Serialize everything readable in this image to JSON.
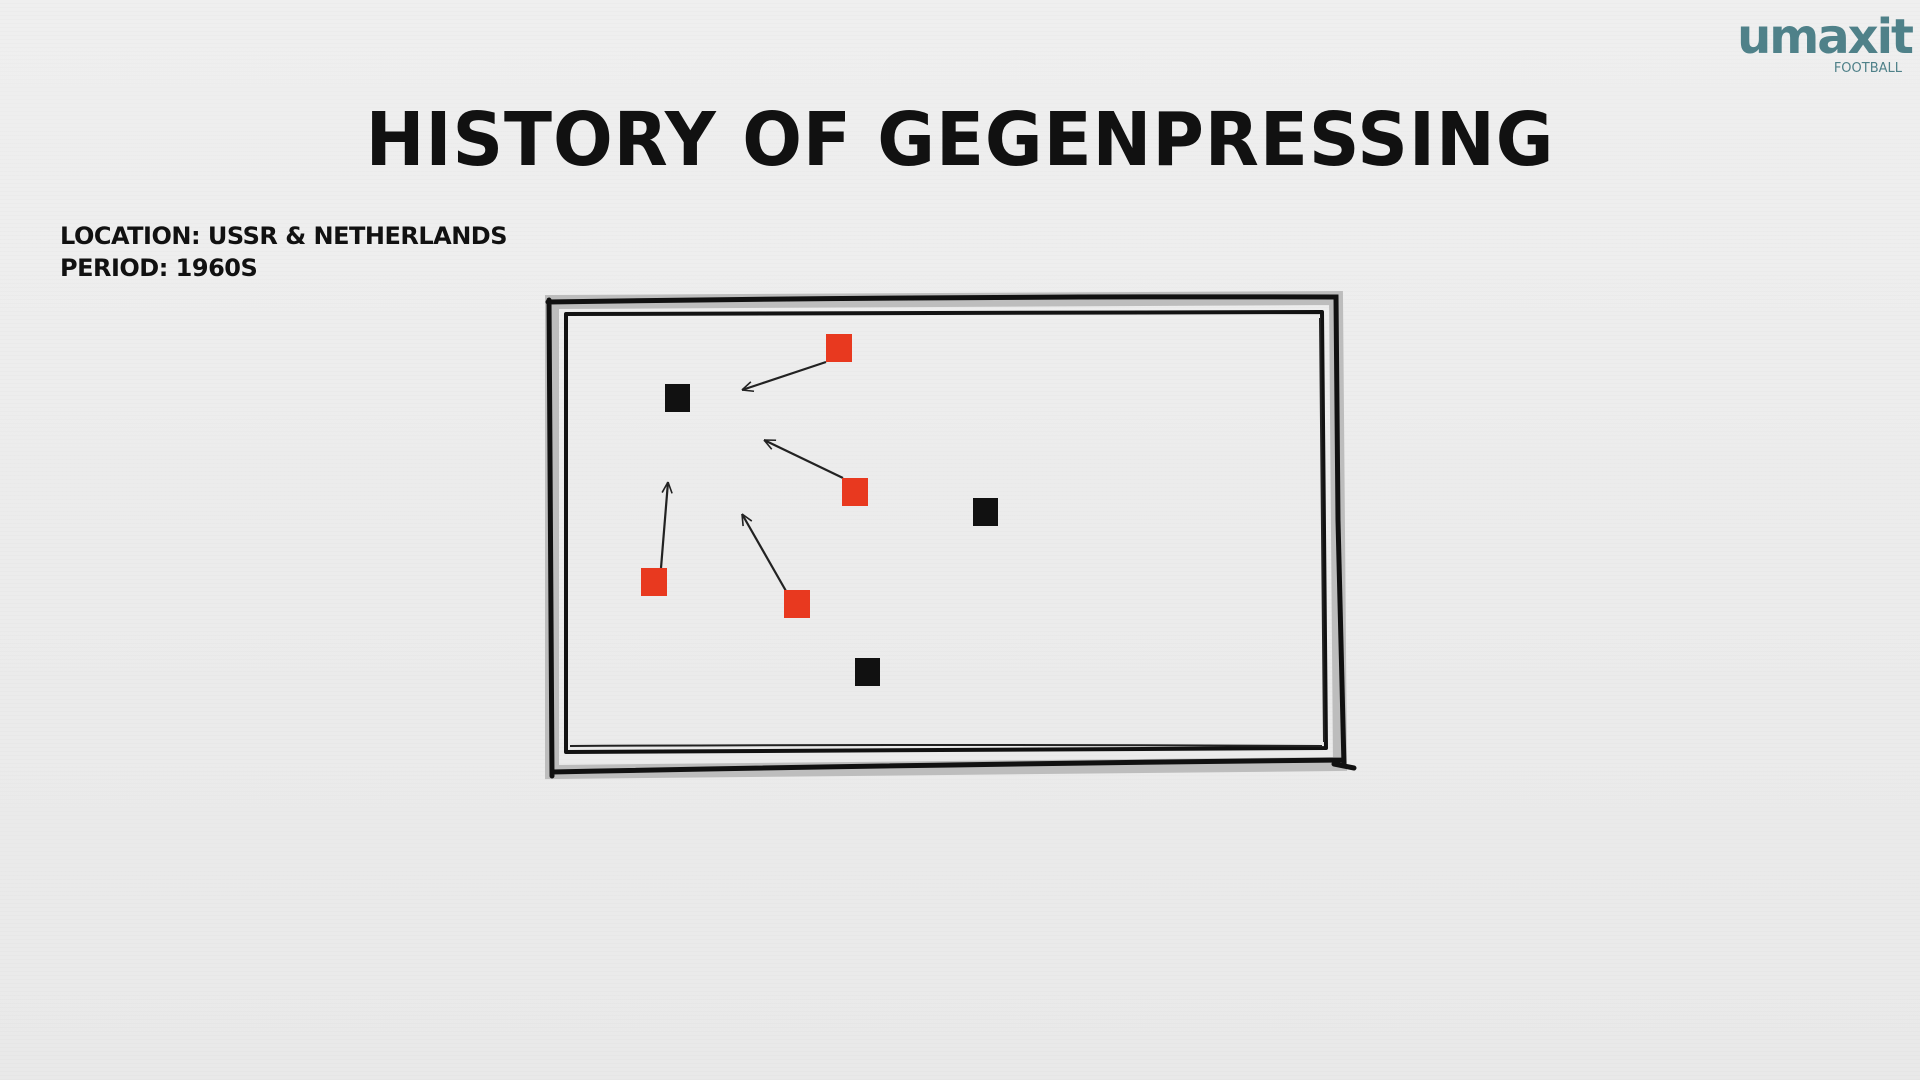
{
  "logo": {
    "main": "umaxit",
    "sub": "FOOTBALL"
  },
  "title": "HISTORY OF GEGENPRESSING",
  "info": {
    "location": "LOCATION: USSR & NETHERLANDS",
    "period": "PERIOD: 1960S"
  },
  "colors": {
    "red_player": "#e8391f",
    "black_player": "#111111",
    "pitch_border": "#111111",
    "pitch_inner_band": "#bdbdbd",
    "logo": "#4f8189"
  },
  "diagram": {
    "red_players_count": 4,
    "black_players_count": 3,
    "arrows_count": 4
  }
}
